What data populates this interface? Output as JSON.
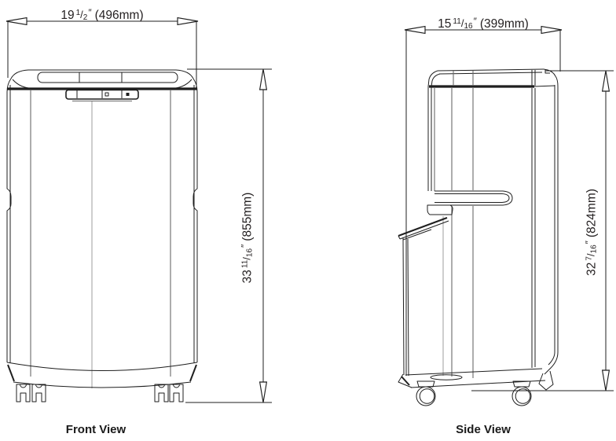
{
  "front_view": {
    "label": "Front View",
    "width_dim": {
      "whole": "19",
      "numerator": "1",
      "denominator": "2",
      "slash": "/",
      "unit": "″",
      "metric": "(496mm)"
    },
    "height_dim": {
      "whole": "33",
      "numerator": "11",
      "denominator": "16",
      "slash": "/",
      "unit": "″",
      "metric": "(855mm)"
    }
  },
  "side_view": {
    "label": "Side View",
    "width_dim": {
      "whole": "15",
      "numerator": "11",
      "denominator": "16",
      "slash": "/",
      "unit": "″",
      "metric": "(399mm)"
    },
    "height_dim": {
      "whole": "32",
      "numerator": "7",
      "denominator": "16",
      "slash": "/",
      "unit": "″",
      "metric": "(824mm)"
    }
  },
  "colors": {
    "line": "#231f20",
    "background": "#ffffff"
  }
}
